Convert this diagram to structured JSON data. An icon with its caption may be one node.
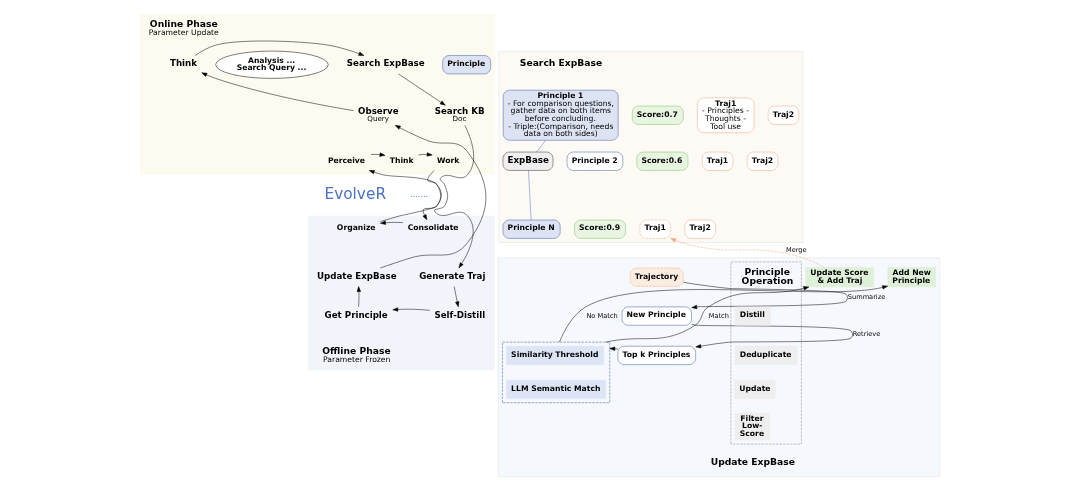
{
  "diagram": {
    "nodes": [
      {
        "text": [
          "Online Phase",
          "Parameter Update"
        ]
      },
      {
        "text": [
          "Observe"
        ],
        "beside": [
          "Query"
        ],
        "in": 0
      },
      {
        "text": [
          "Think"
        ],
        "in": 0
      },
      {
        "text": [
          "Analysis ... Search Query ..."
        ],
        "in": 0
      },
      {
        "text": [
          "Search ExpBase"
        ],
        "in": 0
      },
      {
        "text": [
          "Principle"
        ],
        "in": 0
      },
      {
        "text": [
          "Search KB"
        ],
        "beside": [
          "Doc"
        ],
        "in": 0
      },
      {
        "text": [
          "Perceive"
        ],
        "in": 0
      },
      {
        "text": [
          "Think"
        ],
        "in": 0
      },
      {
        "text": [
          "Work"
        ],
        "in": 0
      },
      {
        "text": [
          "Offline Phase",
          "Parameter Frozen"
        ]
      },
      {
        "text": [
          "Update ExpBase"
        ],
        "in": 10
      },
      {
        "text": [
          "Organize"
        ],
        "in": 10
      },
      {
        "text": [
          "Consolidate"
        ],
        "in": 10
      },
      {
        "text": [
          "Generate Traj"
        ],
        "in": 10
      },
      {
        "text": [
          "Get Principle"
        ],
        "in": 10
      },
      {
        "text": [
          "Self-Distill"
        ],
        "in": 10
      },
      {
        "text": [
          "Search ExpBase"
        ]
      },
      {
        "text": [
          "ExpBase"
        ],
        "in": 17
      },
      {
        "text": [
          "Principle 1",
          "- For comparison questions, gather data on both items before concluding.",
          "- Triple:(Comparison, needs data on both sides)"
        ],
        "in": 17
      },
      {
        "text": [
          "Score:0.7"
        ],
        "in": 17
      },
      {
        "text": [
          "Traj1",
          "- Principles - Thoughts - Tool use"
        ],
        "in": 17
      },
      {
        "text": [
          "Traj2"
        ],
        "in": 17
      },
      {
        "text": [
          "Principle 2"
        ],
        "in": 17
      },
      {
        "text": [
          "Score:0.6"
        ],
        "in": 17
      },
      {
        "text": [
          "Traj1"
        ],
        "in": 17
      },
      {
        "text": [
          "Traj2"
        ],
        "in": 17
      },
      {
        "text": [
          "Principle N"
        ],
        "in": 17
      },
      {
        "text": [
          "Score:0.9"
        ],
        "in": 17
      },
      {
        "text": [
          "Traj1"
        ],
        "in": 17
      },
      {
        "text": [
          "Traj2"
        ],
        "in": 17
      },
      {
        "text": [
          "Update ExpBase"
        ]
      },
      {
        "text": [
          "Trajectory"
        ],
        "in": 31
      },
      {
        "text": [
          "New Principle"
        ],
        "in": 31
      },
      {
        "text": [
          "Top k Principles"
        ],
        "in": 31
      },
      {
        "text": [],
        "shape": "box",
        "in": 31
      },
      {
        "text": [
          "Similarity Threshold"
        ],
        "in": 35
      },
      {
        "text": [
          "LLM Semantic Match"
        ],
        "in": 35
      },
      {
        "text": [
          "Update Score & Add Traj"
        ],
        "in": 31
      },
      {
        "text": [
          "Add New Principle"
        ],
        "in": 31
      },
      {
        "text": [
          "Principle Operation"
        ],
        "in": 31
      },
      {
        "text": [
          "Distill"
        ],
        "in": 40
      },
      {
        "text": [
          "Deduplicate"
        ],
        "in": 40
      },
      {
        "text": [
          "Update"
        ],
        "in": 40
      },
      {
        "text": [
          "Filter Low-Score"
        ],
        "in": 40
      }
    ],
    "edges": [
      {
        "from": 1,
        "to": 2,
        "arrow": "to"
      },
      {
        "from": 2,
        "to": 4,
        "arrow": "to"
      },
      {
        "from": 4,
        "to": 6,
        "arrow": "to"
      },
      {
        "from": 6,
        "to": 14,
        "arrow": "to"
      },
      {
        "from": 14,
        "to": 16,
        "arrow": "to"
      },
      {
        "from": 16,
        "to": 15,
        "arrow": "to"
      },
      {
        "from": 15,
        "to": 11,
        "arrow": "to"
      },
      {
        "from": 11,
        "to": 1,
        "arrow": "to"
      },
      {
        "from": 7,
        "to": 8,
        "arrow": "to"
      },
      {
        "from": 8,
        "to": 9,
        "arrow": "to"
      },
      {
        "from": 9,
        "to": 13,
        "arrow": "to"
      },
      {
        "from": 13,
        "to": 12,
        "arrow": "to"
      },
      {
        "from": 12,
        "to": 7,
        "arrow": "to"
      },
      {
        "from": 18,
        "to": 19,
        "arrow": "none",
        "color": "#4a72c8"
      },
      {
        "from": 18,
        "to": 27,
        "arrow": "none",
        "color": "#4a72c8"
      },
      {
        "from": 32,
        "to": 33,
        "label": "Summarize",
        "arrow": "to"
      },
      {
        "from": 33,
        "to": 34,
        "label": "Retrieve",
        "arrow": "to"
      },
      {
        "from": 34,
        "to": 35,
        "arrow": "to"
      },
      {
        "from": 35,
        "to": 38,
        "label": "Match",
        "arrow": "to"
      },
      {
        "from": 35,
        "to": 39,
        "label": "No Match",
        "arrow": "to"
      },
      {
        "from": 38,
        "to": 29,
        "label": "Merge",
        "arrow": "to",
        "style": "dashed",
        "color": "#f2a673"
      }
    ],
    "labels": [
      "EvolveR",
      "......."
    ]
  }
}
